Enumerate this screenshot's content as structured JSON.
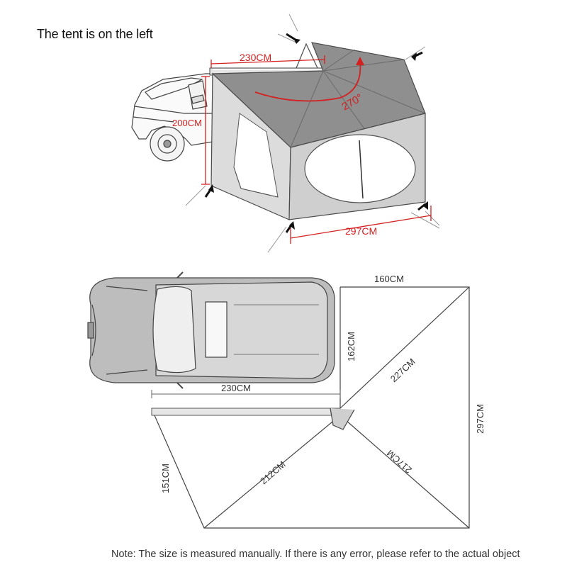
{
  "caption": "The tent is on the left",
  "note": "Note: The size is measured manually. If there is any error, please refer to the actual object",
  "top_view": {
    "dim_width": "230CM",
    "dim_height": "200CM",
    "dim_length": "297CM",
    "angle": "270°"
  },
  "plan_view": {
    "dim_top": "160CM",
    "dim_side": "162CM",
    "dim_diag_top": "227CM",
    "dim_car_length": "230CM",
    "dim_right": "297CM",
    "dim_diag_bottom": "217CM",
    "dim_diag_left": "212CM",
    "dim_left": "151CM"
  },
  "colors": {
    "dimension_red": "#d42020",
    "canopy_gray": "#8f8f8f",
    "wall_gray": "#cfcfcf",
    "line_dark": "#333333"
  }
}
